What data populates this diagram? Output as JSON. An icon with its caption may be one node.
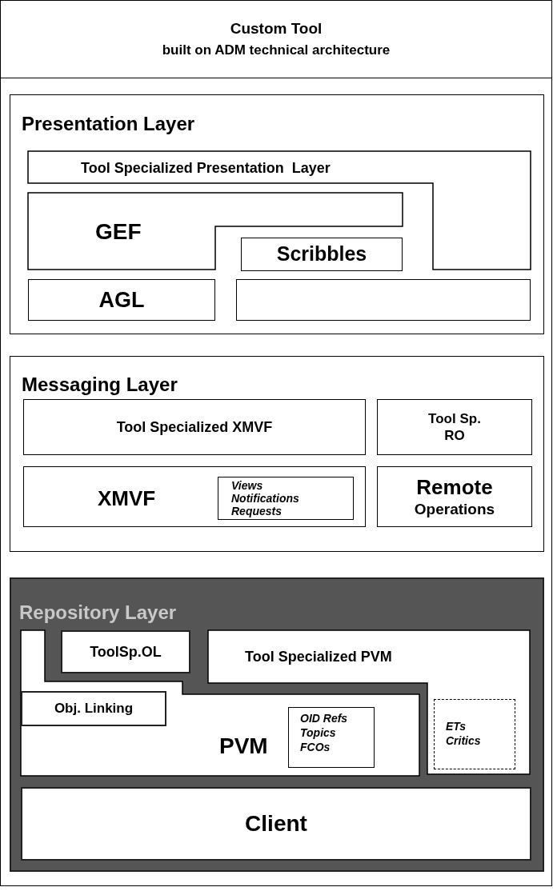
{
  "diagram": {
    "nodes": [
      {
        "text": [
          "Custom Tool",
          "built on ADM technical architecture"
        ]
      },
      {
        "text": [
          "Presentation Layer"
        ]
      },
      {
        "text": [
          "Tool Specialized Presentation  Layer"
        ],
        "in": 1
      },
      {
        "text": [
          "GEF"
        ],
        "in": 1
      },
      {
        "text": [
          "Scribbles"
        ],
        "in": 1
      },
      {
        "text": [
          "AGL"
        ],
        "in": 1
      },
      {
        "text": [],
        "shape": "box",
        "in": 1
      },
      {
        "text": [
          "Messaging Layer"
        ]
      },
      {
        "text": [
          "Tool Specialized XMVF"
        ],
        "in": 7
      },
      {
        "text": [
          "Tool Sp. RO"
        ],
        "in": 7
      },
      {
        "text": [
          "XMVF"
        ],
        "in": 7
      },
      {
        "text": [
          "Views Notifications Requests"
        ],
        "in": 10
      },
      {
        "text": [
          "Remote",
          "Operations"
        ],
        "in": 7
      },
      {
        "text": [
          "Repository Layer"
        ]
      },
      {
        "text": [
          "ToolSp.OL"
        ],
        "in": 13
      },
      {
        "text": [
          "Tool Specialized PVM"
        ],
        "in": 13
      },
      {
        "text": [
          "Obj. Linking"
        ],
        "in": 17
      },
      {
        "text": [
          "PVM"
        ],
        "in": 13
      },
      {
        "text": [
          "OID Refs Topics FCOs"
        ],
        "in": 17
      },
      {
        "text": [
          "ETs Critics"
        ],
        "in": 15
      },
      {
        "text": [
          "Client"
        ],
        "in": 13
      }
    ]
  }
}
